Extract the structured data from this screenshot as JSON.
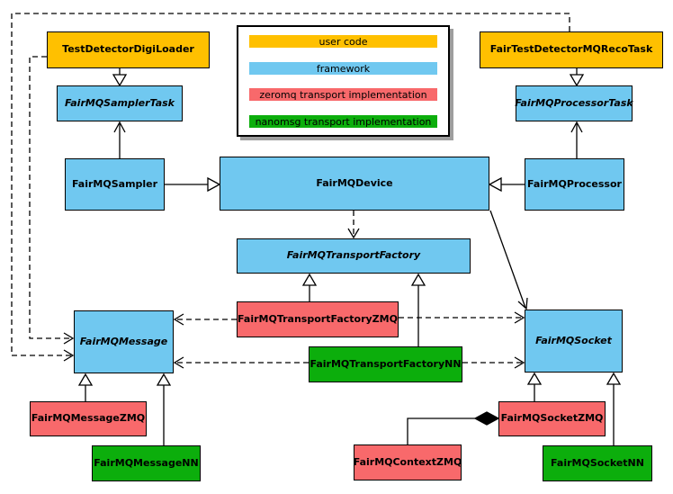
{
  "legend": {
    "items": [
      {
        "label": "user code",
        "color": "#FFC000"
      },
      {
        "label": "framework",
        "color": "#70C8F0"
      },
      {
        "label": "zeromq transport implementation",
        "color": "#F8696B"
      },
      {
        "label": "nanomsg transport implementation",
        "color": "#0CAE0C"
      }
    ]
  },
  "palette": {
    "user_code": "#FFC000",
    "framework": "#70C8F0",
    "zeromq_impl": "#F8696B",
    "nanomsg_impl": "#0CAE0C",
    "line": "#000000"
  },
  "nodes": {
    "digiLoader": {
      "label": "TestDetectorDigiLoader",
      "category": "user code",
      "abstract": false
    },
    "recoTask": {
      "label": "FairTestDetectorMQRecoTask",
      "category": "user code",
      "abstract": false
    },
    "samplerTask": {
      "label": "FairMQSamplerTask",
      "category": "framework",
      "abstract": true
    },
    "processorTask": {
      "label": "FairMQProcessorTask",
      "category": "framework",
      "abstract": true
    },
    "sampler": {
      "label": "FairMQSampler",
      "category": "framework",
      "abstract": false
    },
    "device": {
      "label": "FairMQDevice",
      "category": "framework",
      "abstract": false
    },
    "processor": {
      "label": "FairMQProcessor",
      "category": "framework",
      "abstract": false
    },
    "transportFactory": {
      "label": "FairMQTransportFactory",
      "category": "framework",
      "abstract": true
    },
    "transportFactoryZMQ": {
      "label": "FairMQTransportFactoryZMQ",
      "category": "zeromq",
      "abstract": false
    },
    "transportFactoryNN": {
      "label": "FairMQTransportFactoryNN",
      "category": "nanomsg",
      "abstract": false
    },
    "message": {
      "label": "FairMQMessage",
      "category": "framework",
      "abstract": true
    },
    "messageZMQ": {
      "label": "FairMQMessageZMQ",
      "category": "zeromq",
      "abstract": false
    },
    "messageNN": {
      "label": "FairMQMessageNN",
      "category": "nanomsg",
      "abstract": false
    },
    "socket": {
      "label": "FairMQSocket",
      "category": "framework",
      "abstract": true
    },
    "socketZMQ": {
      "label": "FairMQSocketZMQ",
      "category": "zeromq",
      "abstract": false
    },
    "socketNN": {
      "label": "FairMQSocketNN",
      "category": "nanomsg",
      "abstract": false
    },
    "contextZMQ": {
      "label": "FairMQContextZMQ",
      "category": "zeromq",
      "abstract": false
    }
  },
  "edges": [
    {
      "from": "FairTestDetectorMQRecoTask",
      "to": "FairMQMessage",
      "type": "dependency"
    },
    {
      "from": "TestDetectorDigiLoader",
      "to": "FairMQMessage",
      "type": "dependency"
    },
    {
      "from": "TestDetectorDigiLoader",
      "to": "FairMQSamplerTask",
      "type": "generalization"
    },
    {
      "from": "FairTestDetectorMQRecoTask",
      "to": "FairMQProcessorTask",
      "type": "generalization"
    },
    {
      "from": "FairMQSampler",
      "to": "FairMQSamplerTask",
      "type": "association"
    },
    {
      "from": "FairMQProcessor",
      "to": "FairMQProcessorTask",
      "type": "association"
    },
    {
      "from": "FairMQSampler",
      "to": "FairMQDevice",
      "type": "generalization"
    },
    {
      "from": "FairMQProcessor",
      "to": "FairMQDevice",
      "type": "generalization"
    },
    {
      "from": "FairMQDevice",
      "to": "FairMQTransportFactory",
      "type": "dependency"
    },
    {
      "from": "FairMQDevice",
      "to": "FairMQSocket",
      "type": "association"
    },
    {
      "from": "FairMQTransportFactoryZMQ",
      "to": "FairMQTransportFactory",
      "type": "generalization"
    },
    {
      "from": "FairMQTransportFactoryNN",
      "to": "FairMQTransportFactory",
      "type": "generalization"
    },
    {
      "from": "FairMQTransportFactoryZMQ",
      "to": "FairMQMessage",
      "type": "dependency"
    },
    {
      "from": "FairMQTransportFactoryZMQ",
      "to": "FairMQSocket",
      "type": "dependency"
    },
    {
      "from": "FairMQTransportFactoryNN",
      "to": "FairMQMessage",
      "type": "dependency"
    },
    {
      "from": "FairMQTransportFactoryNN",
      "to": "FairMQSocket",
      "type": "dependency"
    },
    {
      "from": "FairMQMessageZMQ",
      "to": "FairMQMessage",
      "type": "generalization"
    },
    {
      "from": "FairMQMessageNN",
      "to": "FairMQMessage",
      "type": "generalization"
    },
    {
      "from": "FairMQSocketZMQ",
      "to": "FairMQSocket",
      "type": "generalization"
    },
    {
      "from": "FairMQSocketNN",
      "to": "FairMQSocket",
      "type": "generalization"
    },
    {
      "from": "FairMQContextZMQ",
      "to": "FairMQSocketZMQ",
      "type": "composition"
    }
  ]
}
